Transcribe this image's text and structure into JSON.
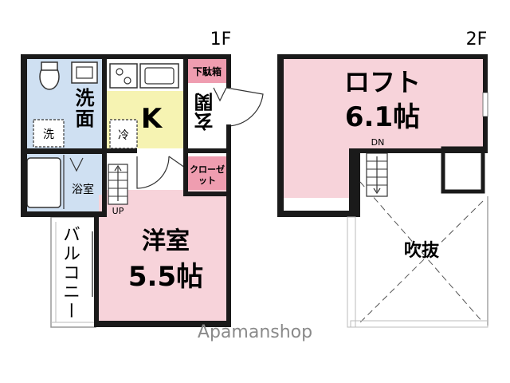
{
  "floor1": {
    "label": "1F",
    "rooms": {
      "washroom": "洗面",
      "washer": "洗",
      "kitchen": "K",
      "fridge": "冷",
      "shoe_box": "下駄箱",
      "entrance": "玄関",
      "bath": "浴室",
      "closet": "クローゼット",
      "western_room": "洋室",
      "western_room_size": "5.5帖",
      "balcony": "バルコニー"
    },
    "stair_label": "UP"
  },
  "floor2": {
    "label": "2F",
    "rooms": {
      "loft": "ロフト",
      "loft_size": "6.1帖",
      "void": "吹抜"
    },
    "stair_label": "DN"
  },
  "watermark": "Apamanshop",
  "colors": {
    "wall": "#1a1a1a",
    "wet_area": "#cfe0f2",
    "kitchen": "#f6f3b2",
    "pink_room": "#f7d3da",
    "deep_pink": "#ef9db0",
    "balcony": "#ffffff"
  }
}
